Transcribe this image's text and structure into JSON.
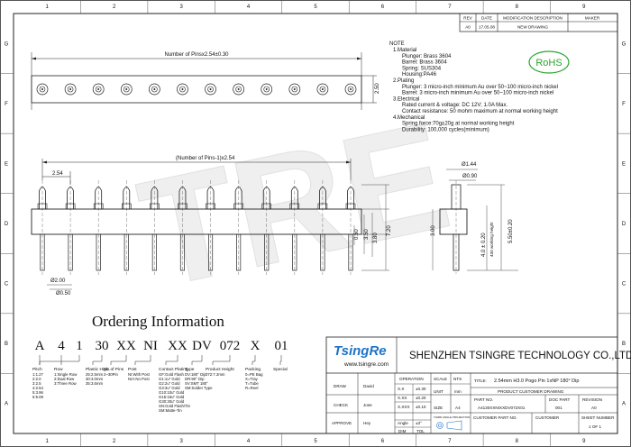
{
  "frame": {
    "col_labels": [
      "1",
      "2",
      "3",
      "4",
      "5",
      "6",
      "7",
      "8",
      "9"
    ],
    "row_labels": [
      "G",
      "F",
      "E",
      "D",
      "C",
      "B",
      "A"
    ]
  },
  "revision_table": {
    "headers": [
      "REV",
      "DATE",
      "MODIFICATION DESCRIPTION",
      "MAKER"
    ],
    "row": [
      "A0",
      "17.05.08",
      "NEW DRAWING",
      ""
    ]
  },
  "rohs": "RoHS",
  "watermark": "TRE",
  "notes": {
    "title": "NOTE",
    "lines": [
      "1.Material",
      "Plunger: Brass 3604",
      "Barrel: Brass 3604",
      "Spring: SUS304",
      "Housing:PA46",
      "2.Plating",
      "Plunger: 3 micro-inch minimum Au over 50~100 micro-inch nickel",
      "Barrel: 3 micro-inch minimum Au over 50~100 micro-inch nickel",
      "3.Electrical",
      "Rated current & voltage: DC 12V; 1.0A Max.",
      "Contact resistance: 50 mohm maximum at normal working height",
      "4.Mechanical",
      "Spring force:70g±20g at normal working height",
      "Durability: 100,000 cycles(minimum)"
    ]
  },
  "dims": {
    "top_length": "Number of Pinsx2.54±0.30",
    "top_height": "2.50",
    "front_length": "(Number of Pins-1)x2.54",
    "pitch": "2.54",
    "d1": "0.50",
    "d2": "3.50",
    "d3": "3.80",
    "d4": "7.20",
    "d5": "3.00",
    "dia_pin": "Ø2.00",
    "dia_tail": "Ø0.50",
    "side_d1": "Ø1.44",
    "side_d2": "Ø0.90",
    "side_work": "4.0 ± 0.20",
    "side_work_label": "430 working height",
    "side_full": "5.50±0.20"
  },
  "ordering": {
    "title": "Ordering Information",
    "code_parts": [
      "A",
      "4",
      "1",
      "30",
      "XX",
      "NI",
      "XX",
      "DV",
      "072",
      "X",
      "01"
    ],
    "legends": [
      {
        "title": "Pitch",
        "lines": [
          "1:1.27",
          "2:2.0",
          "3:2.5",
          "4:2.54",
          "5:3.96",
          "6:5.08"
        ]
      },
      {
        "title": "Row",
        "lines": [
          "1:Single Row",
          "2:Dual Row",
          "3:Three Row"
        ]
      },
      {
        "title": "Plastic High",
        "lines": [
          "25:2.5mm",
          "30:3.0mm",
          "35:3.5mm"
        ]
      },
      {
        "title": "No.of Pins",
        "lines": [
          "2~30Pin"
        ]
      },
      {
        "title": "Post",
        "lines": [
          "NI:With Post",
          "N/A:No Post"
        ]
      },
      {
        "title": "Contact Plating",
        "lines": [
          "GF:Gold Flash",
          "G1:1u\" Gold",
          "G2:2u\" Gold",
          "G3:3u\" Gold",
          "G10:10u\" Gold",
          "G15:15u\" Gold",
          "G30:30u\" Gold",
          "SN:Gold Flash/Tin",
          "SM:Matte-Tin"
        ]
      },
      {
        "title": "Type",
        "lines": [
          "DV:180° Dip",
          "DR:90° Dip",
          "SV:SMT 180°",
          "SM:Solder Type"
        ]
      },
      {
        "title": "Product Height",
        "lines": [
          "072:7.2mm"
        ]
      },
      {
        "title": "Packing",
        "lines": [
          "0=PE Bag",
          "X=Tray",
          "T=Tube",
          "R=Reel"
        ]
      },
      {
        "title": "Special",
        "lines": []
      }
    ]
  },
  "title_block": {
    "logo": "TsingRe",
    "company": "SHENZHEN TSINGRE TECHNOLOGY CO.,LTD",
    "website": "www.tsingre.com",
    "draw_label": "DRAW",
    "draw_name": "David",
    "check_label": "CHECK",
    "check_name": "Jose",
    "approve_label": "APPROVE",
    "approve_name": "Hey",
    "operation": "OPERATION",
    "scale": "SCALE",
    "nts": "NTS",
    "unit_label": "UNIT",
    "unit": "mm",
    "size_label": "SIZE",
    "size": "A4",
    "tol": [
      [
        "X.X",
        "±0.30"
      ],
      [
        "X.XX",
        "±0.20"
      ],
      [
        "X.XXX",
        "±0.10"
      ],
      [
        "Angle",
        "±3°"
      ]
    ],
    "dim_label": "DIM",
    "tol_label": "TOL",
    "projection": "THIRD ANGLE PROJECTION",
    "title_label": "TITLE:",
    "title": "2.54mm H3.0 Pogo Pin 1xNP 180° Dip",
    "product_drawing": "PRODUCT CUSTOMER DRAWING",
    "part_no_label": "PART NO.",
    "part_no": "A4130XXNIXXDV072X01",
    "doc_part_label": "DOC PART",
    "doc_part": "001",
    "revision_label": "REVISION",
    "revision": "A0",
    "customer_part_label": "CUSTOMER PART NO.",
    "customer_label": "CUSTOMER",
    "sheet_label": "SHEET NUMBER",
    "sheet": "1 OF 1"
  }
}
